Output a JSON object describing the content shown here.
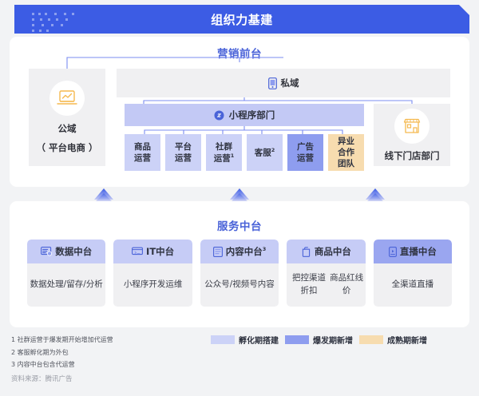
{
  "header": {
    "title": "组织力基建"
  },
  "marketing": {
    "section_title": "营销前台",
    "public_domain": {
      "name": "公域",
      "sub": "（ 平台电商 ）",
      "icon": "laptop-chart-icon"
    },
    "private_domain": {
      "label": "私域",
      "icon": "mobile-phone-icon"
    },
    "miniprogram": {
      "label": "小程序部门",
      "icon": "link-badge-icon"
    },
    "departments": [
      {
        "label": "商品运营",
        "lines": [
          "商品",
          "运营"
        ],
        "tier": "incubation"
      },
      {
        "label": "平台运营",
        "lines": [
          "平台",
          "运营"
        ],
        "tier": "incubation"
      },
      {
        "label": "社群运营",
        "lines": [
          "社群",
          "运营"
        ],
        "footnote": "1",
        "tier": "incubation"
      },
      {
        "label": "客服",
        "lines": [
          "客服"
        ],
        "footnote": "2",
        "tier": "incubation"
      },
      {
        "label": "广告运营",
        "lines": [
          "广告",
          "运营"
        ],
        "tier": "growth"
      },
      {
        "label": "异业合作团队",
        "lines": [
          "异业",
          "合作",
          "团队"
        ],
        "tier": "mature"
      }
    ],
    "offline_store": {
      "label": "线下门店部门",
      "icon": "storefront-icon"
    }
  },
  "service": {
    "section_title": "服务中台",
    "cards": [
      {
        "title": "数据中台",
        "icon": "data-card-icon",
        "body": "数据处理/\n留存/分析",
        "tier": "incubation"
      },
      {
        "title": "IT中台",
        "icon": "it-monitor-icon",
        "body": "小程序开发\n运维",
        "tier": "incubation"
      },
      {
        "title": "内容中台",
        "footnote": "3",
        "icon": "content-list-icon",
        "body": "公众号/视频号\n内容",
        "tier": "incubation"
      },
      {
        "title": "商品中台",
        "icon": "product-box-icon",
        "body": "把控渠道折扣\n商品红线价",
        "tier": "incubation"
      },
      {
        "title": "直播中台",
        "icon": "livestream-phone-icon",
        "body": "全渠道直播",
        "tier": "growth"
      }
    ]
  },
  "footnotes": [
    "1 社群运营于爆发期开始增加代运营",
    "2 客服孵化期为外包",
    "3 内容中台包含代运营"
  ],
  "source": "资料来源：腾讯广告",
  "legend": [
    {
      "label": "孵化期搭建",
      "color": "#ccd2f7"
    },
    {
      "label": "爆发期新增",
      "color": "#8e9def"
    },
    {
      "label": "成熟期新增",
      "color": "#f7dcaf"
    }
  ],
  "colors": {
    "header_bar": "#3c5ce4",
    "section_title": "#4a63d8",
    "connector": "#7b8cf0",
    "grey_block": "#f0f0f2",
    "page_bg": "#f2f3f5",
    "icon_orange": "#f5b94f"
  }
}
